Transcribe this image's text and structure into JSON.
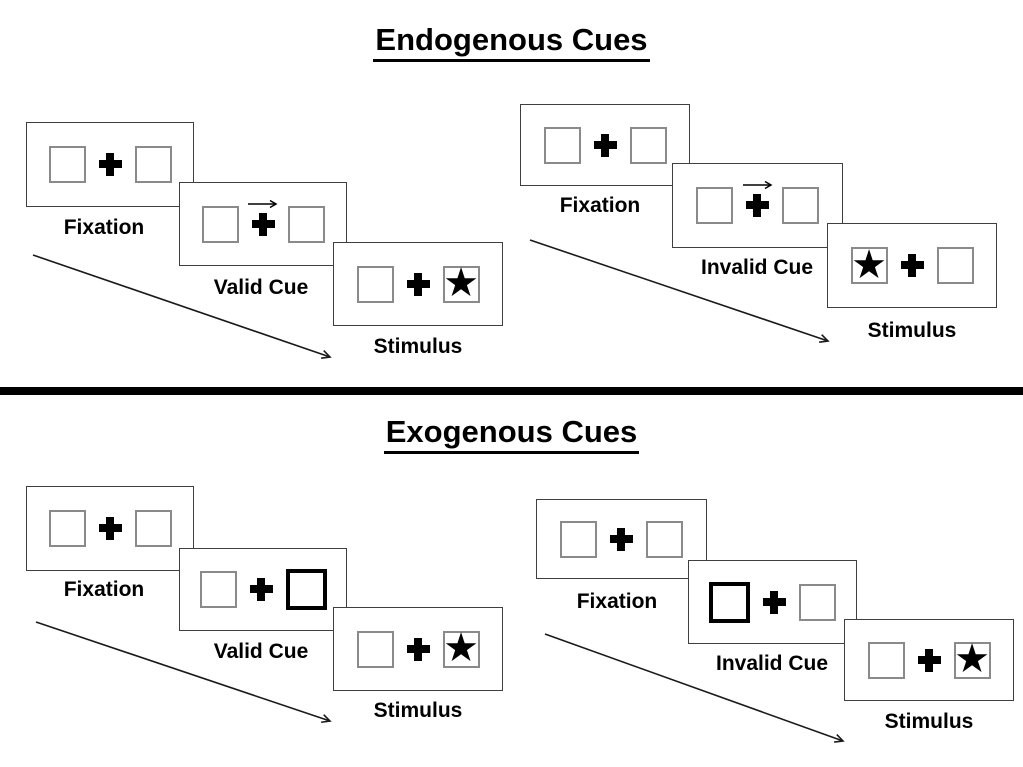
{
  "icons": {
    "star": "★",
    "cue_arrow_direction": "right",
    "center_symbol": "fixation-cross"
  },
  "colors": {
    "background": "#ffffff",
    "panel_border": "#3f3f3f",
    "placeholder_box_border": "#8a8a8a",
    "cue_box_border": "#000000",
    "text": "#000000",
    "divider": "#000000",
    "arrow": "#1a1a1a"
  },
  "sections": [
    {
      "title": "Endogenous Cues",
      "trials": [
        {
          "name": "valid",
          "cue_type": "central-arrow",
          "cue_direction": "right",
          "stimulus_side": "right",
          "panels": [
            {
              "label": "Fixation"
            },
            {
              "label": "Valid Cue"
            },
            {
              "label": "Stimulus"
            }
          ]
        },
        {
          "name": "invalid",
          "cue_type": "central-arrow",
          "cue_direction": "right",
          "stimulus_side": "left",
          "panels": [
            {
              "label": "Fixation"
            },
            {
              "label": "Invalid Cue"
            },
            {
              "label": "Stimulus"
            }
          ]
        }
      ]
    },
    {
      "title": "Exogenous Cues",
      "trials": [
        {
          "name": "valid",
          "cue_type": "peripheral-box-highlight",
          "cue_side": "right",
          "stimulus_side": "right",
          "panels": [
            {
              "label": "Fixation"
            },
            {
              "label": "Valid Cue"
            },
            {
              "label": "Stimulus"
            }
          ]
        },
        {
          "name": "invalid",
          "cue_type": "peripheral-box-highlight",
          "cue_side": "left",
          "stimulus_side": "right",
          "panels": [
            {
              "label": "Fixation"
            },
            {
              "label": "Invalid Cue"
            },
            {
              "label": "Stimulus"
            }
          ]
        }
      ]
    }
  ]
}
